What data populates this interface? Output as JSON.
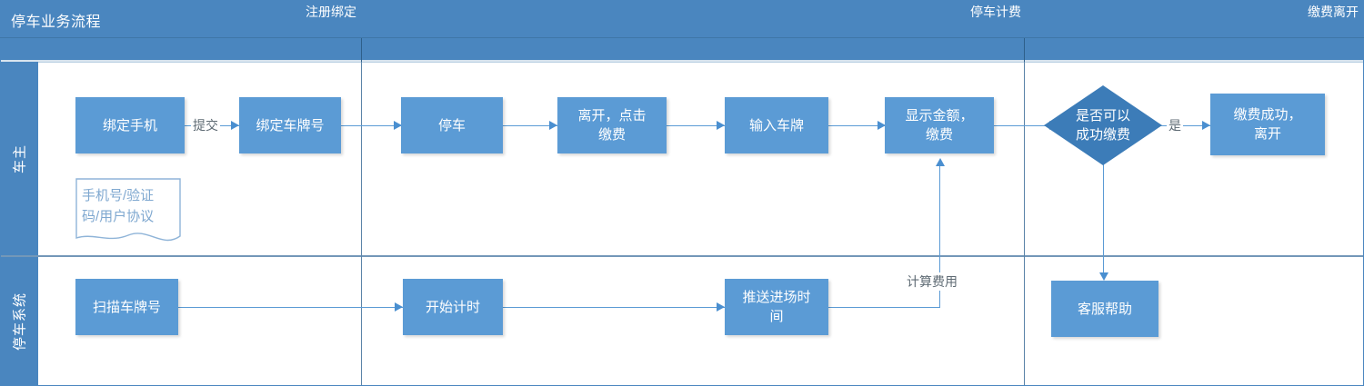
{
  "diagram": {
    "title": "停车业务流程",
    "type": "swimlane-flowchart",
    "colors": {
      "header_bar": "#4a86bf",
      "node_fill": "#5b9bd5",
      "decision_fill": "#3c7cb8",
      "connector": "#5b9bd5",
      "document_outline": "#7fa8d0"
    }
  },
  "phases": [
    {
      "label": "注册绑定"
    },
    {
      "label": "停车计费"
    },
    {
      "label": "缴费离开"
    }
  ],
  "lanes": [
    {
      "label": "车主"
    },
    {
      "label": "停车系统"
    }
  ],
  "nodes": {
    "bind_phone": "绑定手机",
    "bind_plate": "绑定车牌号",
    "park": "停车",
    "leave_click_pay": "离开，点击\n缴费",
    "leave_click_pay_l1": "离开，点击",
    "leave_click_pay_l2": "缴费",
    "input_plate": "输入车牌",
    "show_amount_l1": "显示金额，",
    "show_amount_l2": "缴费",
    "decision_l1": "是否可以",
    "decision_l2": "成功缴费",
    "pay_success_l1": "缴费成功，",
    "pay_success_l2": "离开",
    "document_l1": "手机号/验证",
    "document_l2": "码/用户协议",
    "scan_plate": "扫描车牌号",
    "start_timer": "开始计时",
    "push_entry_l1": "推送进场时",
    "push_entry_l2": "间",
    "service_help": "客服帮助"
  },
  "edge_labels": {
    "submit": "提交",
    "yes": "是",
    "calc_fee": "计算费用"
  }
}
